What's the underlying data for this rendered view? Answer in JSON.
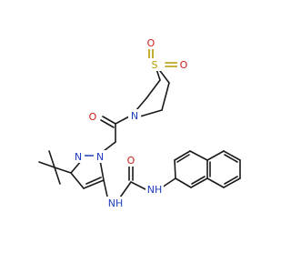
{
  "molecule": {
    "atoms": {
      "sulfur": "S",
      "sulfone_oxygen_top": "O",
      "sulfone_oxygen_right": "O",
      "amide_oxygen": "O",
      "thiomorpholine_nitrogen": "N",
      "pyrazole_n1": "N",
      "pyrazole_n2": "N",
      "urea_oxygen": "O",
      "urea_nh_left": "NH",
      "urea_nh_right": "NH"
    },
    "colors": {
      "carbon_bond": "#1a1a1a",
      "nitrogen": "#1f3fbf",
      "oxygen": "#d41c1c",
      "sulfur": "#b59a00"
    }
  }
}
